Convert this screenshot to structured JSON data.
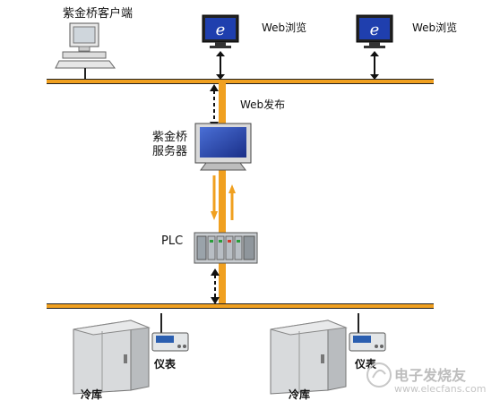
{
  "nodes": {
    "client": "紫金桥客户端",
    "web_browse_1": "Web浏览",
    "web_browse_2": "Web浏览",
    "web_publish": "Web发布",
    "server": "紫金桥\n服务器",
    "plc": "PLC",
    "meter_1": "仪表",
    "meter_2": "仪表",
    "cold_storage_1": "冷库",
    "cold_storage_2": "冷库"
  },
  "watermark": {
    "cn": "电子发烧友",
    "en": "www.elecfans.com"
  },
  "colors": {
    "bus": "#f0a020",
    "screen": "#1f3fae",
    "arrow": "#111111"
  }
}
